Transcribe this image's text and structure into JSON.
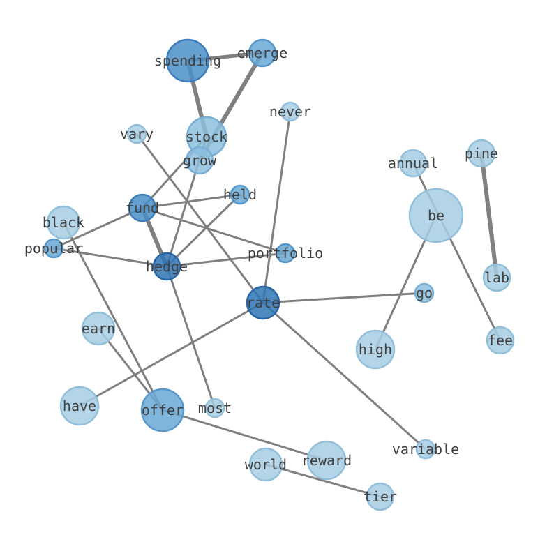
{
  "graph": {
    "nodes": [
      {
        "id": "spending",
        "label": "spending",
        "size": 3
      },
      {
        "id": "emerge",
        "label": "emerge",
        "size": 1.5
      },
      {
        "id": "never",
        "label": "never",
        "size": 1
      },
      {
        "id": "vary",
        "label": "vary",
        "size": 1
      },
      {
        "id": "stock",
        "label": "stock",
        "size": 2.5
      },
      {
        "id": "grow",
        "label": "grow",
        "size": 1.5
      },
      {
        "id": "annual",
        "label": "annual",
        "size": 1.5
      },
      {
        "id": "pine",
        "label": "pine",
        "size": 1.5
      },
      {
        "id": "held",
        "label": "held",
        "size": 1
      },
      {
        "id": "fund",
        "label": "fund",
        "size": 1.5
      },
      {
        "id": "black",
        "label": "black",
        "size": 2
      },
      {
        "id": "be",
        "label": "be",
        "size": 4
      },
      {
        "id": "popular",
        "label": "popular",
        "size": 1
      },
      {
        "id": "portfolio",
        "label": "portfolio",
        "size": 1
      },
      {
        "id": "hedge",
        "label": "hedge",
        "size": 1.5
      },
      {
        "id": "lab",
        "label": "lab",
        "size": 1.5
      },
      {
        "id": "go",
        "label": "go",
        "size": 1
      },
      {
        "id": "rate",
        "label": "rate",
        "size": 2
      },
      {
        "id": "earn",
        "label": "earn",
        "size": 2
      },
      {
        "id": "high",
        "label": "high",
        "size": 2.5
      },
      {
        "id": "fee",
        "label": "fee",
        "size": 1.5
      },
      {
        "id": "have",
        "label": "have",
        "size": 2.5
      },
      {
        "id": "offer",
        "label": "offer",
        "size": 3
      },
      {
        "id": "most",
        "label": "most",
        "size": 1
      },
      {
        "id": "variable",
        "label": "variable",
        "size": 1
      },
      {
        "id": "reward",
        "label": "reward",
        "size": 2.5
      },
      {
        "id": "world",
        "label": "world",
        "size": 2
      },
      {
        "id": "tier",
        "label": "tier",
        "size": 1.5
      }
    ],
    "edges": [
      {
        "source": "spending",
        "target": "emerge",
        "weight": 5
      },
      {
        "source": "spending",
        "target": "stock",
        "weight": 6
      },
      {
        "source": "emerge",
        "target": "grow",
        "weight": 6
      },
      {
        "source": "stock",
        "target": "fund",
        "weight": 3
      },
      {
        "source": "stock",
        "target": "hedge",
        "weight": 3
      },
      {
        "source": "vary",
        "target": "rate",
        "weight": 3
      },
      {
        "source": "never",
        "target": "rate",
        "weight": 3
      },
      {
        "source": "pine",
        "target": "lab",
        "weight": 6
      },
      {
        "source": "annual",
        "target": "fee",
        "weight": 3
      },
      {
        "source": "be",
        "target": "high",
        "weight": 3
      },
      {
        "source": "fund",
        "target": "held",
        "weight": 3
      },
      {
        "source": "fund",
        "target": "hedge",
        "weight": 6
      },
      {
        "source": "fund",
        "target": "popular",
        "weight": 3
      },
      {
        "source": "fund",
        "target": "portfolio",
        "weight": 3
      },
      {
        "source": "held",
        "target": "hedge",
        "weight": 3
      },
      {
        "source": "popular",
        "target": "hedge",
        "weight": 3
      },
      {
        "source": "hedge",
        "target": "portfolio",
        "weight": 3
      },
      {
        "source": "hedge",
        "target": "most",
        "weight": 3
      },
      {
        "source": "black",
        "target": "offer",
        "weight": 3
      },
      {
        "source": "rate",
        "target": "go",
        "weight": 3
      },
      {
        "source": "rate",
        "target": "have",
        "weight": 3
      },
      {
        "source": "rate",
        "target": "variable",
        "weight": 3
      },
      {
        "source": "earn",
        "target": "offer",
        "weight": 3
      },
      {
        "source": "offer",
        "target": "reward",
        "weight": 3
      },
      {
        "source": "world",
        "target": "tier",
        "weight": 3
      }
    ]
  },
  "colors": {
    "edge": "#808080",
    "label": "#404040",
    "node_palette": [
      "#a6cee3",
      "#8cbfde",
      "#6aa9d6",
      "#4a8fc9",
      "#2f74b5"
    ],
    "node_stroke_palette": [
      "#92bfda",
      "#79afd4",
      "#5698cb",
      "#3c7ebb",
      "#2a65a3"
    ]
  }
}
